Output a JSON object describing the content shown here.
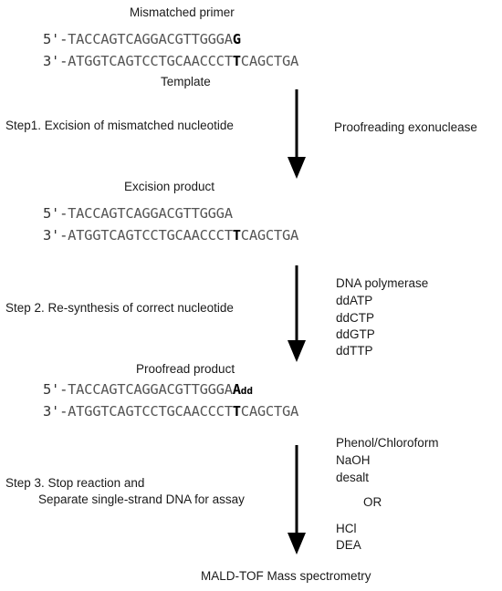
{
  "labels": {
    "mismatched_primer": "Mismatched primer",
    "template": "Template",
    "step1": "Step1. Excision of mismatched nucleotide",
    "proofreading_exonuclease": "Proofreading exonuclease",
    "excision_product": "Excision product",
    "step2": "Step 2.  Re-synthesis of correct nucleotide",
    "proofread_product": "Proofread product",
    "step3_line1": "Step 3. Stop reaction and",
    "step3_line2": "Separate single-strand DNA for assay",
    "maldi": "MALD-TOF Mass spectrometry"
  },
  "reagents_step2": [
    "DNA polymerase",
    "ddATP",
    "ddCTP",
    "ddGTP",
    "ddTTP"
  ],
  "reagents_step3_a": [
    "Phenol/Chloroform",
    "NaOH",
    "desalt"
  ],
  "reagents_or": "OR",
  "reagents_step3_b": [
    "HCl",
    "DEA"
  ],
  "block1": {
    "top_prefix": "5'-",
    "top_seq": "TACCAGTCAGGACGTTGGGA",
    "top_mismatch": "G",
    "bottom_prefix": "3'-",
    "bottom_left": "ATGGTCAGTCCTGCAACCCT",
    "bottom_mark": "T",
    "bottom_right": "CAGCTGA"
  },
  "block2": {
    "top_prefix": "5'-",
    "top_seq": "TACCAGTCAGGACGTTGGGA",
    "bottom_prefix": "3'-",
    "bottom_left": "ATGGTCAGTCCTGCAACCCT",
    "bottom_mark": "T",
    "bottom_right": "CAGCTGA"
  },
  "block3": {
    "top_prefix": "5'-",
    "top_seq": "TACCAGTCAGGACGTTGGGA",
    "top_added": "A",
    "top_added_suffix": "dd",
    "bottom_prefix": "3'-",
    "bottom_left": "ATGGTCAGTCCTGCAACCCT",
    "bottom_mark": "T",
    "bottom_right": "CAGCTGA"
  }
}
